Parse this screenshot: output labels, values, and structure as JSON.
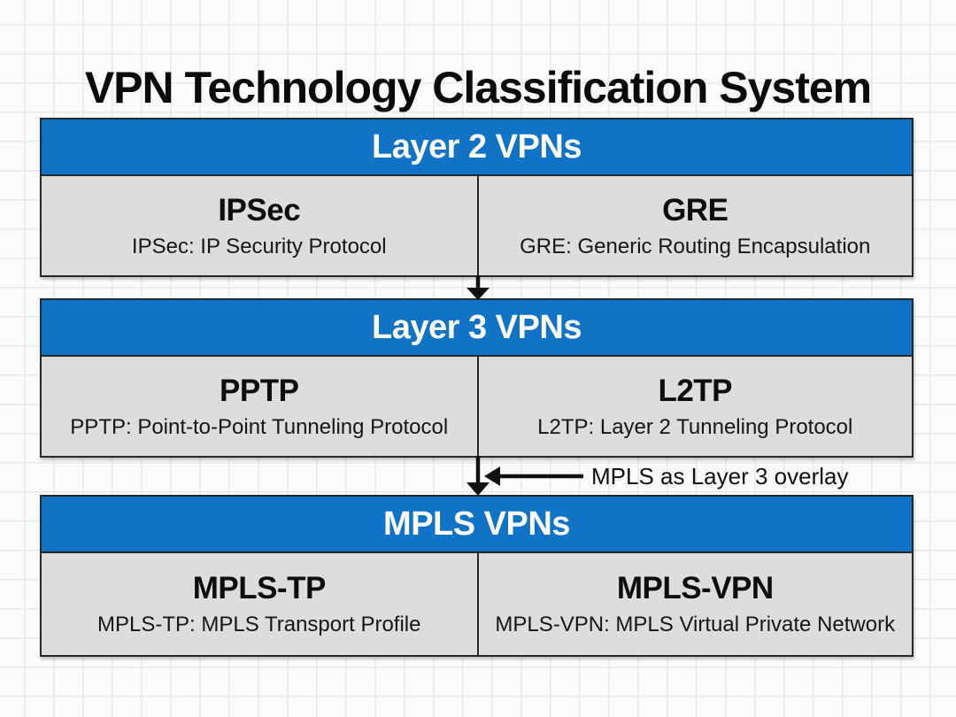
{
  "title": "VPN Technology Classification System",
  "colors": {
    "header_blue": "#1173c6",
    "cell_gray": "#dedddb",
    "border_dark": "#26292c",
    "arrow_black": "#111111",
    "header_text": "#fdfdfd",
    "grid_line": "#e9e9ed",
    "background": "#fbfbfa"
  },
  "sections": [
    {
      "header": "Layer 2 VPNs",
      "cells": [
        {
          "name": "IPSec",
          "description": "IPSec: IP Security Protocol"
        },
        {
          "name": "GRE",
          "description": "GRE: Generic Routing Encapsulation"
        }
      ]
    },
    {
      "header": "Layer 3 VPNs",
      "cells": [
        {
          "name": "PPTP",
          "description": "PPTP: Point-to-Point Tunneling Protocol"
        },
        {
          "name": "L2TP",
          "description": "L2TP: Layer 2 Tunneling Protocol"
        }
      ]
    },
    {
      "header": "MPLS VPNs",
      "cells": [
        {
          "name": "MPLS-TP",
          "description": "MPLS-TP: MPLS Transport Profile"
        },
        {
          "name": "MPLS-VPN",
          "description": "MPLS-VPN: MPLS Virtual Private Network"
        }
      ]
    }
  ],
  "annotation": "MPLS as Layer 3 overlay"
}
